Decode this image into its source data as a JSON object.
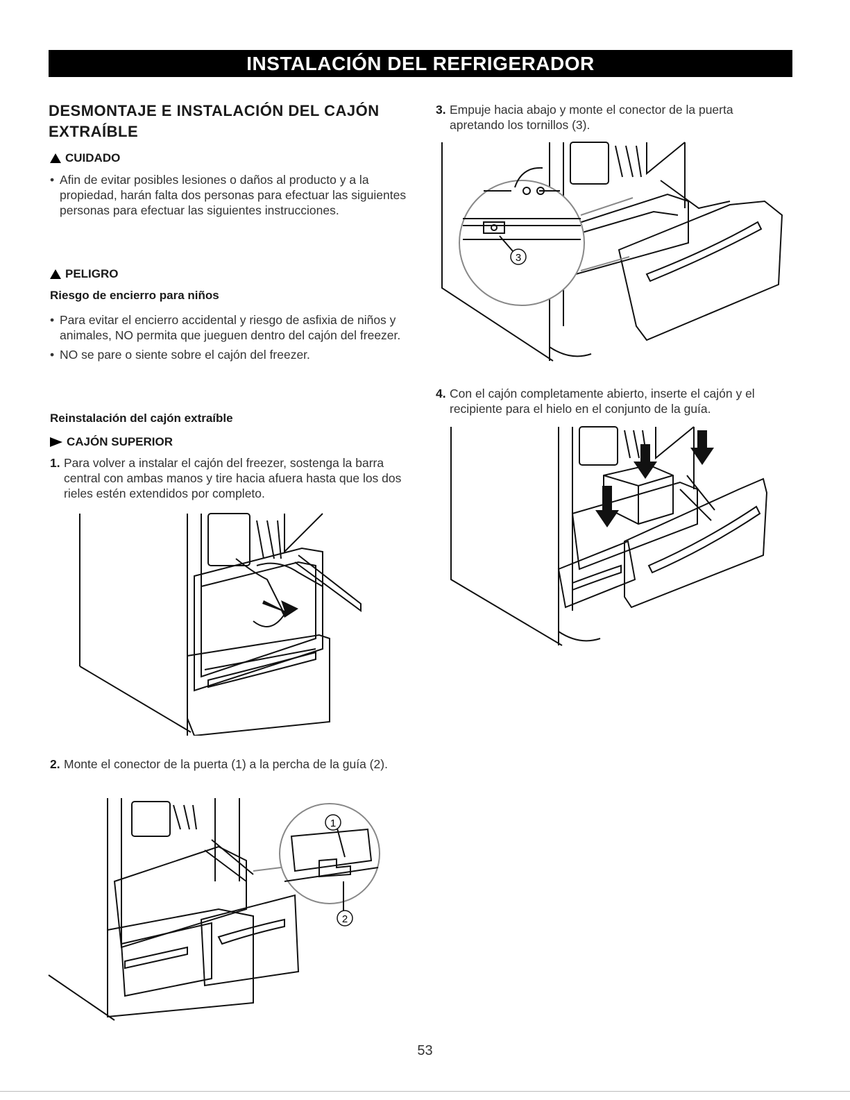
{
  "header": {
    "title": "INSTALACIÓN DEL REFRIGERADOR"
  },
  "section": {
    "title_line1": "DESMONTAJE E INSTALACIÓN DEL CAJÓN",
    "title_line2": "EXTRAÍBLE"
  },
  "caution": {
    "label": "CUIDADO",
    "icon": "warning-triangle-icon",
    "bullet": "Afin de evitar posibles lesiones o daños al producto y a la propiedad, harán falta dos personas para efectuar las siguientes personas para efectuar las siguientes instrucciones."
  },
  "danger": {
    "label": "PELIGRO",
    "icon": "warning-triangle-icon",
    "subtitle": "Riesgo de encierro para niños",
    "bullets": [
      "Para evitar el encierro accidental y riesgo de asfixia de niños y animales, NO permita que jueguen dentro del cajón del freezer.",
      "NO se pare o siente sobre el cajón del freezer."
    ]
  },
  "reinstall": {
    "title": "Reinstalación del cajón extraíble",
    "upper_label": "CAJÓN SUPERIOR",
    "upper_icon": "play-arrow-icon"
  },
  "steps": [
    {
      "num": "1.",
      "text": "Para volver a instalar el cajón del freezer, sostenga la barra central con ambas manos y tire hacia afuera hasta que los dos rieles estén extendidos por completo."
    },
    {
      "num": "2.",
      "text": "Monte el conector de la puerta (1) a la percha de la guía (2)."
    },
    {
      "num": "3.",
      "text": "Empuje hacia abajo y monte el conector de la puerta apretando los tornillos (3)."
    },
    {
      "num": "4.",
      "text": "Con el cajón completamente abierto, inserte el cajón y el recipiente para el hielo en el conjunto de la guía."
    }
  ],
  "callouts": {
    "c1": "1",
    "c2": "2",
    "c3": "3"
  },
  "page_number": "53"
}
